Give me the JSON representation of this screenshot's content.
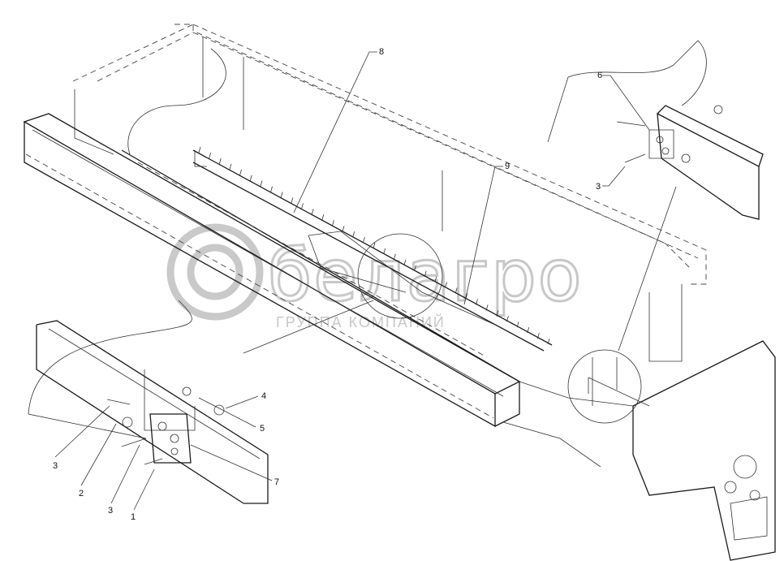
{
  "watermark": {
    "brand": "белагро",
    "subtitle": "ГРУППА КОМПАНИЙ"
  },
  "callouts": [
    {
      "id": "c8",
      "label": "8"
    },
    {
      "id": "c9",
      "label": "9"
    },
    {
      "id": "c6",
      "label": "6"
    },
    {
      "id": "c3-top",
      "label": "3"
    },
    {
      "id": "c4",
      "label": "4"
    },
    {
      "id": "c5",
      "label": "5"
    },
    {
      "id": "c7",
      "label": "7"
    },
    {
      "id": "c3-left",
      "label": "3"
    },
    {
      "id": "c2",
      "label": "2"
    },
    {
      "id": "c3-mid",
      "label": "3"
    },
    {
      "id": "c1",
      "label": "1"
    }
  ]
}
